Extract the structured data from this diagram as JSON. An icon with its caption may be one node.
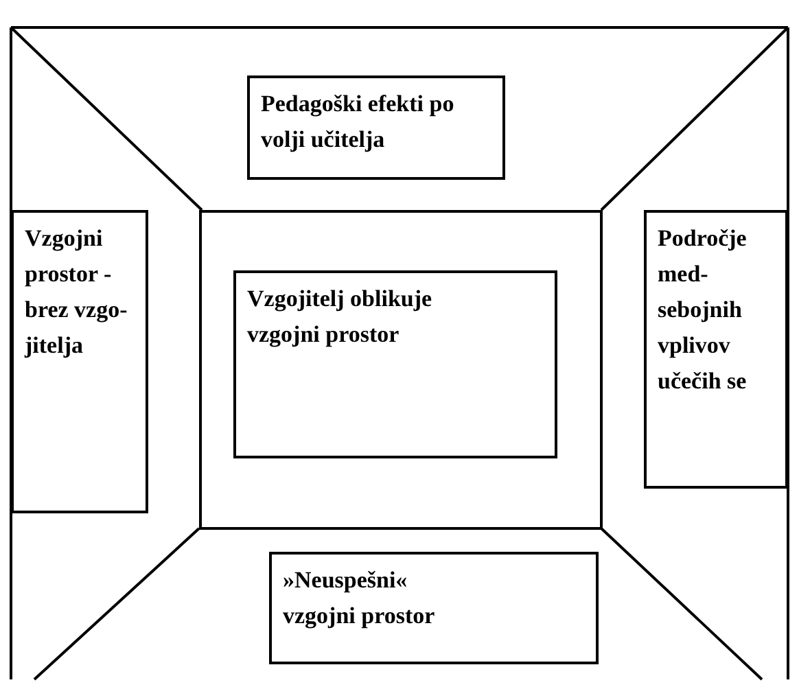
{
  "diagram": {
    "nodes": [
      {
        "text": [
          "Pedagoški efekti po volji učitelja"
        ]
      },
      {
        "text": [
          "Vzgojni prostor - brez vzgo- jitelja"
        ]
      },
      {
        "text": [],
        "shape": "box"
      },
      {
        "text": [
          "Vzgojitelj oblikuje vzgojni prostor"
        ],
        "in": 2
      },
      {
        "text": [
          "Področje med- sebojnih vplivov učečih se"
        ]
      },
      {
        "text": [
          "»Neuspešni« vzgojni prostor"
        ]
      }
    ]
  }
}
